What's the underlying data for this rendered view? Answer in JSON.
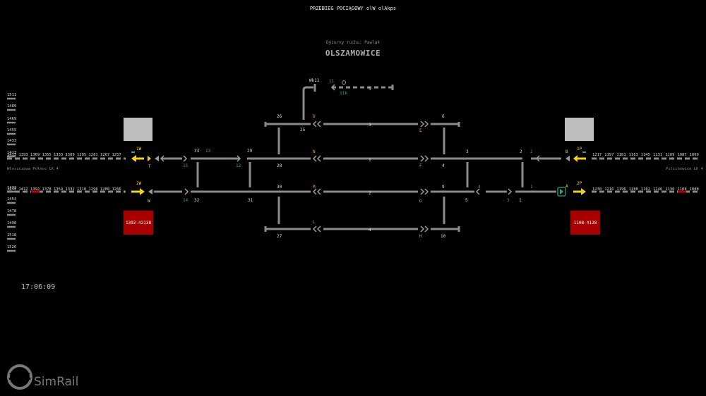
{
  "header": {
    "title": "PRZEBIEG POCIĄGOWY olW olAkps",
    "dispatcher": "Dyżurny ruchu: Pawlak",
    "station": "OLSZAMOWICE"
  },
  "clock": "17:06:09",
  "logo": "SimRail",
  "neighbors": {
    "left": "Włoszczowa Północ LK 4",
    "right": "Pilichowice LK 4"
  },
  "left_side_numbers": [
    "1511",
    "1489",
    "1469",
    "1455",
    "1433",
    "1413",
    "1432",
    "1454",
    "1478",
    "1498",
    "1518",
    "1526"
  ],
  "block_left_top": [
    "1413",
    "1393",
    "1369",
    "1355",
    "1333",
    "1309",
    "1295",
    "1281",
    "1267",
    "1257"
  ],
  "block_left_bottom": [
    "1432",
    "1412",
    "1392",
    "1378",
    "1354",
    "1332",
    "1310",
    "1296",
    "1288",
    "1266"
  ],
  "block_right_top": [
    "1217",
    "1197",
    "1181",
    "1163",
    "1145",
    "1131",
    "1109",
    "1087",
    "1069"
  ],
  "block_right_bottom": [
    "1230",
    "1216",
    "1196",
    "1180",
    "1162",
    "1146",
    "1130",
    "1108",
    "1088"
  ],
  "train_labels": {
    "left": "1392-42138",
    "right": "1108-4128"
  },
  "signal_labels": {
    "1W": "1W",
    "2W": "2W",
    "1P": "1P",
    "2P": "2P",
    "T": "T",
    "Wsig": "W",
    "B": "B",
    "A": "A",
    "D": "D",
    "E": "E",
    "N": "N",
    "F": "F",
    "M": "M",
    "G": "G",
    "L": "L",
    "H": "H",
    "Wk11": "Wk11"
  },
  "track_labels": {
    "t1": "1",
    "t2": "2",
    "t3": "3",
    "t4": "4",
    "t5": "5",
    "sw11": "11",
    "sw11k": "11k"
  },
  "switch_numbers": {
    "s33": "33",
    "s13": "13",
    "s15": "15",
    "s12": "12",
    "s29": "29",
    "s14": "14",
    "s32": "32",
    "s31": "31",
    "s26": "26",
    "s25": "25",
    "s28": "28",
    "s30": "30",
    "s27": "27",
    "s6": "6",
    "s4a": "4",
    "s3": "3",
    "s2": "2",
    "s2b": "2",
    "s9": "9",
    "s5": "5",
    "s4b": "4",
    "s3b": "3",
    "s1a": "1",
    "s1b": "1",
    "s10": "10"
  },
  "colors": {
    "background": "#000000",
    "track": "#8a8a8a",
    "route_inactive": "#9a9a9a",
    "signal_yellow": "#f2d21b",
    "teal": "#2ea58a",
    "occupied": "#c00000",
    "orange_label": "#e3a13a",
    "train_box": "#a80000",
    "light_box": "#bdbdbd"
  }
}
